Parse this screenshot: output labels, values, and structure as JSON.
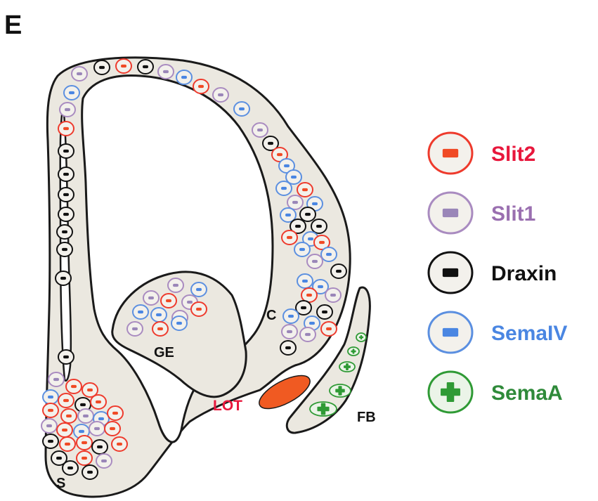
{
  "panel_label": "E",
  "region_labels": {
    "ge": "GE",
    "c": "C",
    "s": "S",
    "fb": "FB",
    "lot": "LOT"
  },
  "colors": {
    "tissue_fill": "#ebe8e0",
    "outline": "#1a1a1a",
    "lot_fill": "#f05a22",
    "lot_label": "#e8173c"
  },
  "legend": [
    {
      "key": "slit2",
      "label": "Slit2",
      "symbol": "minus",
      "ring": "#ee3a2c",
      "fill": "#f04a25",
      "text_color": "#e8173c"
    },
    {
      "key": "slit1",
      "label": "Slit1",
      "symbol": "minus",
      "ring": "#a98bc0",
      "fill": "#9a86b8",
      "text_color": "#9a6fb0"
    },
    {
      "key": "draxin",
      "label": "Draxin",
      "symbol": "minus",
      "ring": "#111111",
      "fill": "#111111",
      "text_color": "#111111"
    },
    {
      "key": "semaiv",
      "label": "SemaIV",
      "symbol": "minus",
      "ring": "#5b8fe0",
      "fill": "#4a86e2",
      "text_color": "#4a86e2"
    },
    {
      "key": "semaa",
      "label": "SemaA",
      "symbol": "plus",
      "ring": "#2f9a35",
      "fill": "#2f9a35",
      "text_color": "#2f8a3a"
    }
  ]
}
